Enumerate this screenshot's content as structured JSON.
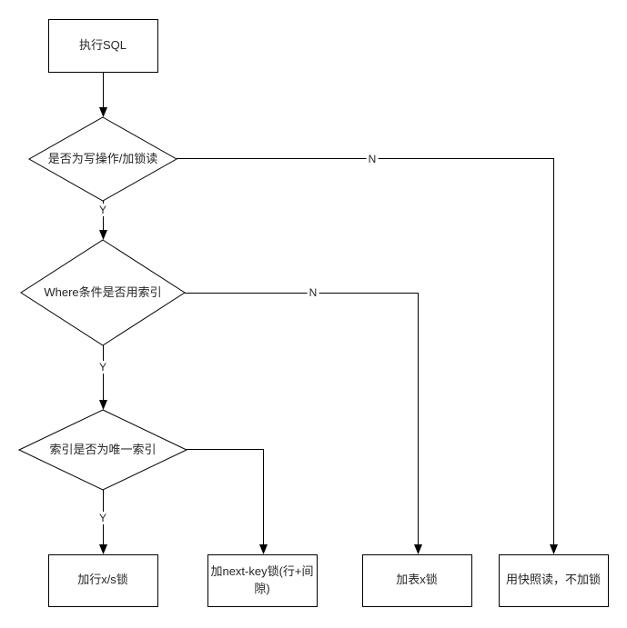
{
  "diagram": {
    "background": "#ffffff",
    "line_color": "#000000",
    "text_color": "#262626"
  },
  "nodes": {
    "start": {
      "label": "执行SQL"
    },
    "decision_write_or_locking_read": {
      "label": "是否为写操作/加锁读"
    },
    "decision_where_uses_index": {
      "label": "Where条件是否用索引"
    },
    "decision_unique_index": {
      "label": "索引是否为唯一索引"
    },
    "result_row_xs_lock": {
      "label": "加行x/s锁"
    },
    "result_next_key_lock": {
      "label": "加next-key锁(行+间隙)"
    },
    "result_table_x_lock": {
      "label": "加表x锁"
    },
    "result_snapshot_read": {
      "label": "用快照读，不加锁"
    }
  },
  "edge_labels": {
    "write_yes": "Y",
    "write_no": "N",
    "index_yes": "Y",
    "index_no": "N",
    "unique_yes": "Y"
  }
}
